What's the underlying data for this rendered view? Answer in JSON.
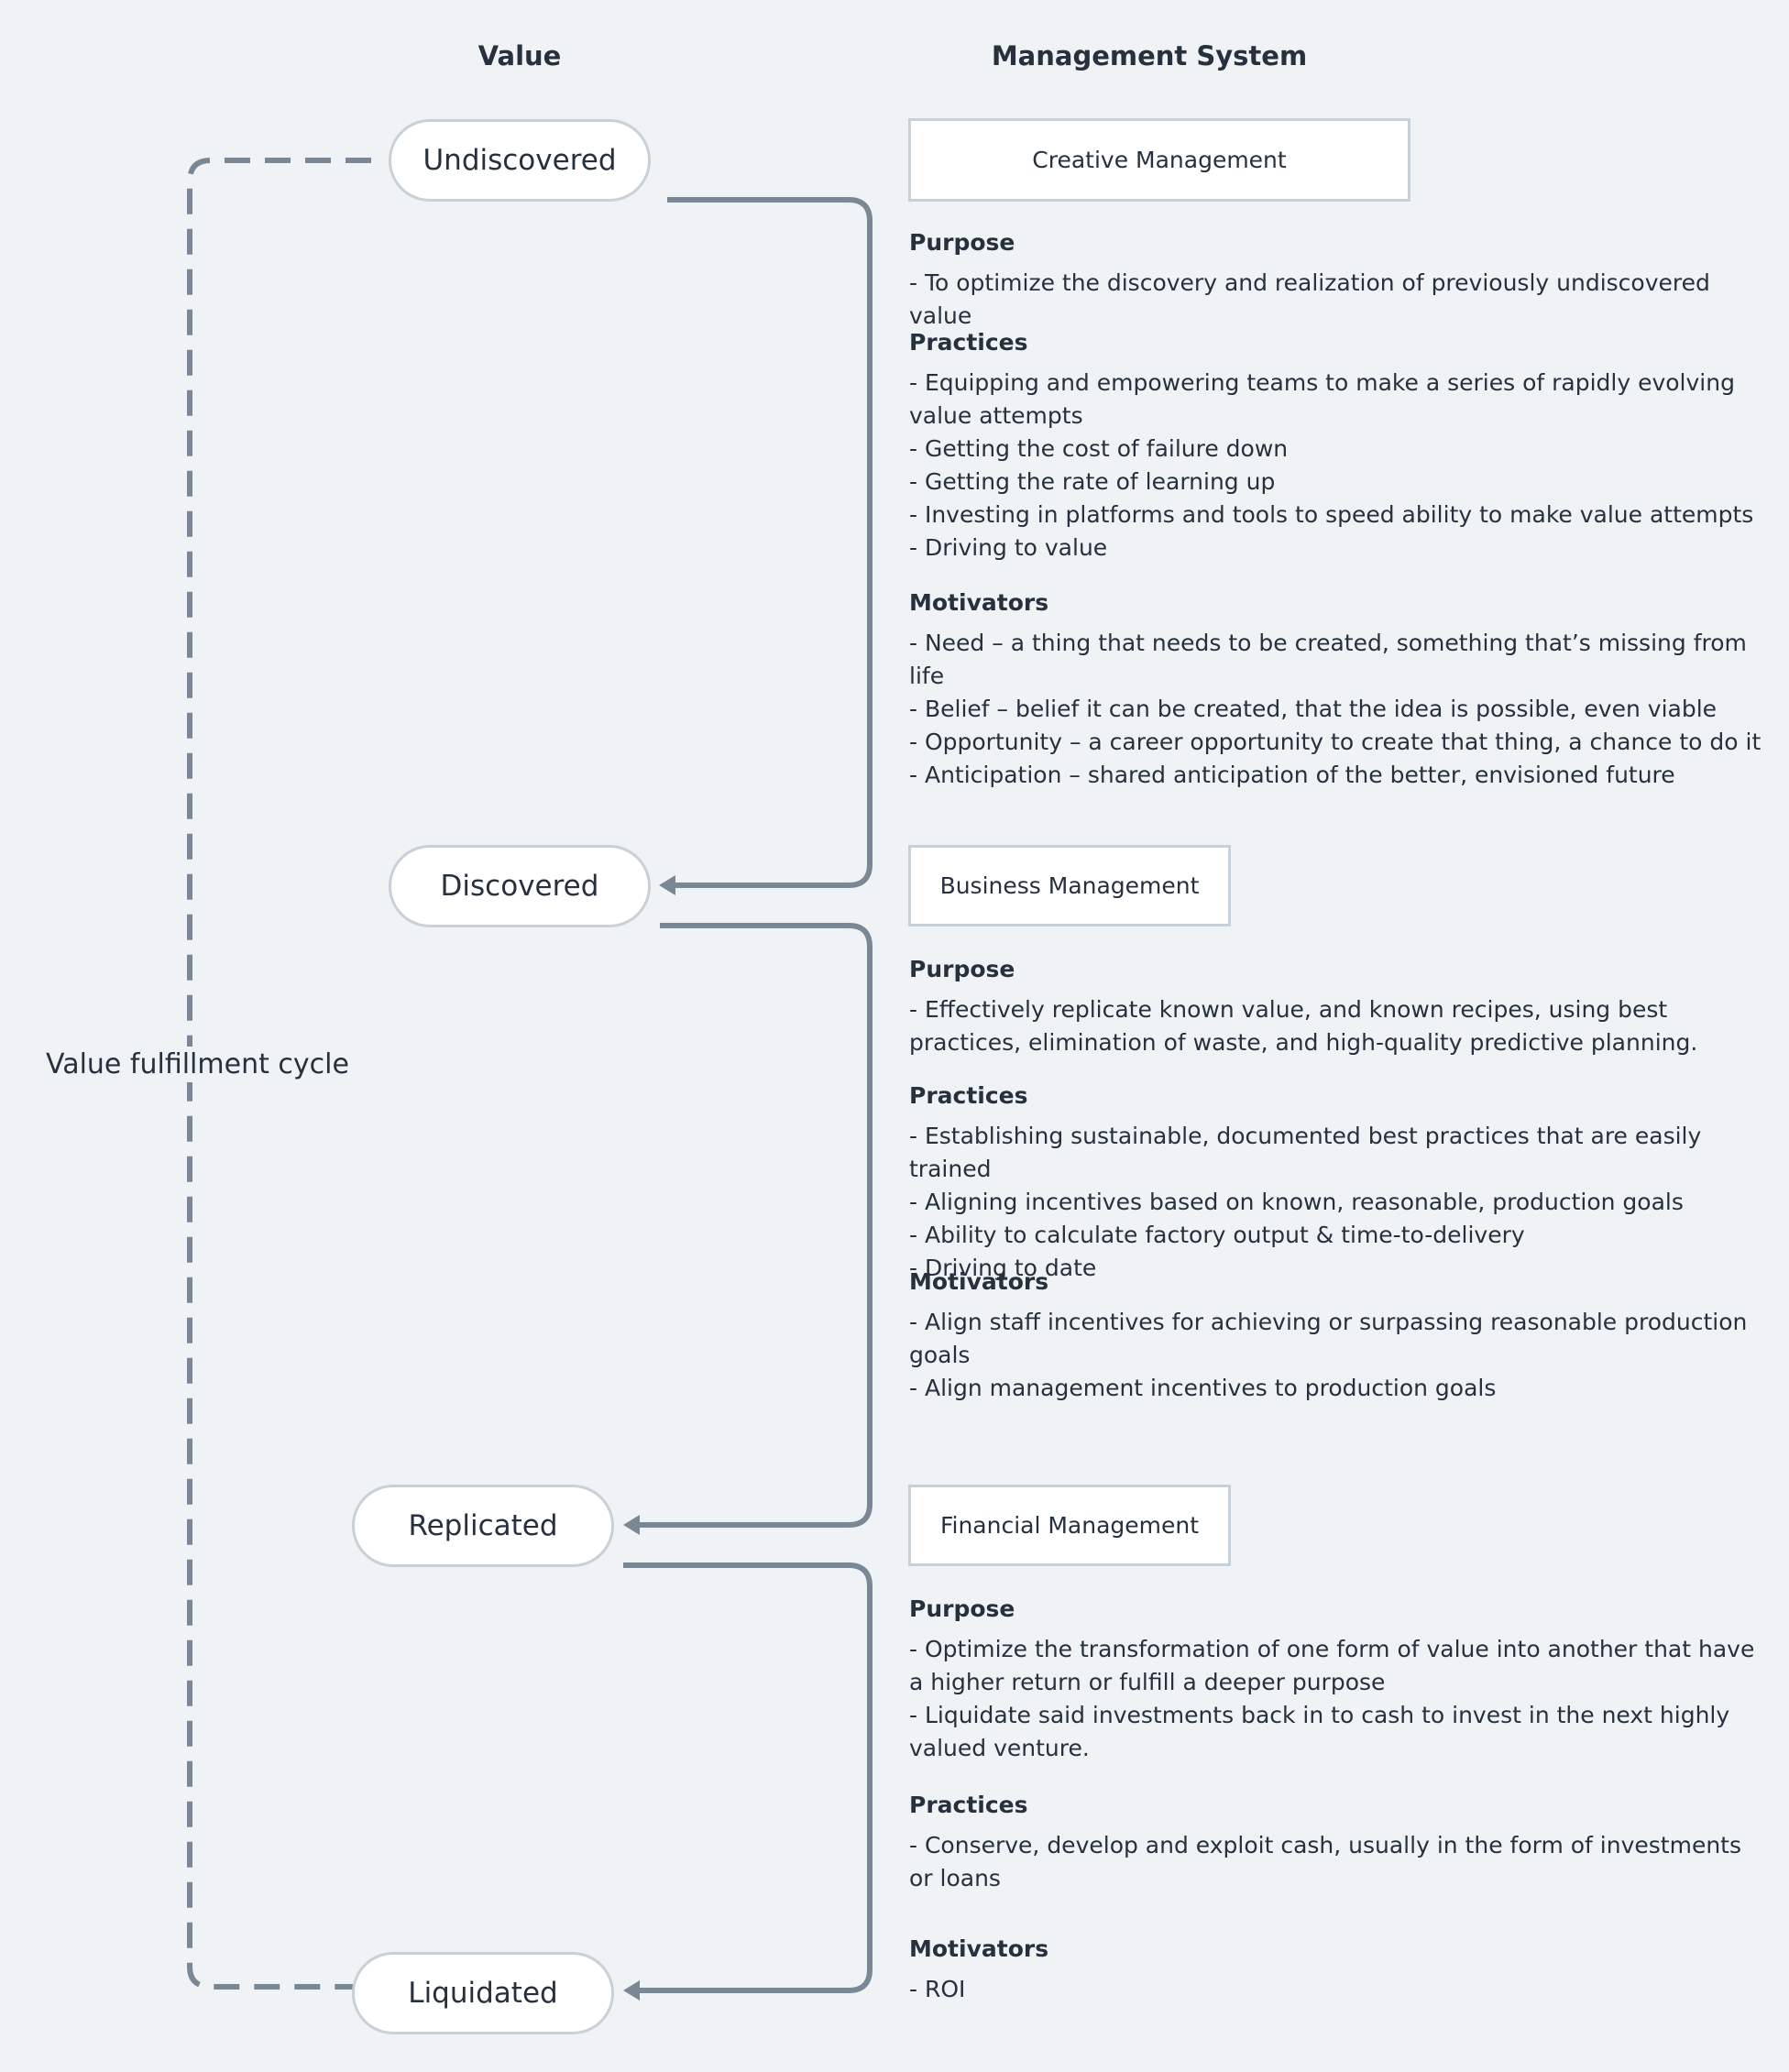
{
  "headers": {
    "value": "Value",
    "management": "Management System"
  },
  "cycle_label": "Value fulfillment cycle",
  "stages": [
    "Undiscovered",
    "Discovered",
    "Replicated",
    "Liquidated"
  ],
  "systems": [
    {
      "title": "Creative Management",
      "purpose_heading": "Purpose",
      "purpose": [
        "- To optimize the discovery and realization of previously undiscovered value"
      ],
      "practices_heading": "Practices",
      "practices": [
        "- Equipping and empowering teams to make a series of rapidly evolving value attempts",
        "- Getting the cost of failure down",
        "- Getting the rate of learning up",
        "- Investing in platforms and tools to speed ability to make value attempts",
        "- Driving to value"
      ],
      "motivators_heading": "Motivators",
      "motivators": [
        "- Need – a thing that needs to be created, something that’s missing from life",
        "- Belief – belief it can be created, that the idea is possible, even viable",
        "- Opportunity – a career opportunity to create that thing, a chance to do it",
        "- Anticipation – shared anticipation of the better, envisioned future"
      ]
    },
    {
      "title": "Business Management",
      "purpose_heading": "Purpose",
      "purpose": [
        "- Effectively replicate known value, and known recipes, using best practices, elimination of waste, and high-quality predictive planning."
      ],
      "practices_heading": "Practices",
      "practices": [
        "- Establishing sustainable, documented best practices that are easily trained",
        "- Aligning incentives based on known, reasonable, production goals",
        "- Ability to calculate factory output & time-to-delivery",
        "- Driving to date"
      ],
      "motivators_heading": "Motivators",
      "motivators": [
        "- Align staff incentives for achieving or surpassing reasonable production goals",
        "- Align management incentives to production goals"
      ]
    },
    {
      "title": "Financial Management",
      "purpose_heading": "Purpose",
      "purpose": [
        "- Optimize the transformation of one form of value into another that have a higher return or fulfill a deeper purpose",
        "- Liquidate said investments back in to cash to invest in the next highly valued venture."
      ],
      "practices_heading": "Practices",
      "practices": [
        "- Conserve, develop and exploit cash, usually in the form of investments or loans"
      ],
      "motivators_heading": "Motivators",
      "motivators": [
        "- ROI"
      ]
    }
  ]
}
